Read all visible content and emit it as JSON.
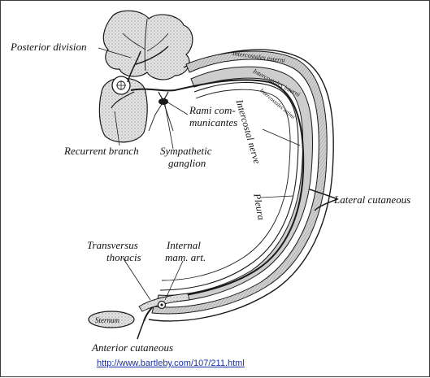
{
  "labels": {
    "posterior_division": "Posterior division",
    "rami_line1": "Rami com-",
    "rami_line2": "municantes",
    "recurrent_branch": "Recurrent branch",
    "sympathetic_line1": "Sympathetic",
    "sympathetic_line2": "ganglion",
    "intercostal_nerve": "Intercostal nerve",
    "pleura": "Pleura",
    "lateral_cutaneous": "Lateral cutaneous",
    "transversus_line1": "Transversus",
    "transversus_line2": "thoracis",
    "internal_line1": "Internal",
    "internal_line2": "mam. art.",
    "anterior_cutaneous": "Anterior cutaneous",
    "sternum": "Sternum",
    "ext_intercostals": "Intercostales externi",
    "int_intercostals": "Intercostales interni",
    "innermost_intercostals": "Intercostales intimi"
  },
  "source_url": "http://www.bartleby.com/107/211.html",
  "colors": {
    "ink": "#1a1a1a",
    "bone_fill": "#d9d9d9",
    "muscle_fill": "#c4c4c4",
    "link": "#1a33a8"
  }
}
